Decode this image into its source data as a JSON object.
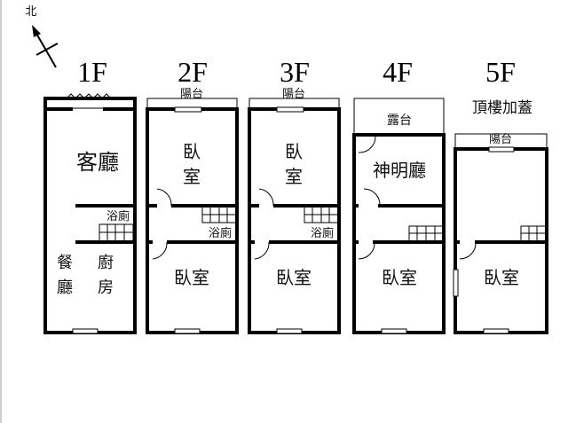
{
  "compass": {
    "north_label": "北"
  },
  "floors": [
    {
      "label": "1F",
      "rooms": {
        "living": "客廳",
        "bath": "浴廁",
        "dining_1": "餐",
        "dining_2": "廳",
        "kitchen_1": "廚",
        "kitchen_2": "房"
      }
    },
    {
      "label": "2F",
      "balcony": "陽台",
      "rooms": {
        "bed_top_1": "臥",
        "bed_top_2": "室",
        "bath": "浴廁",
        "bed_bottom": "臥室"
      }
    },
    {
      "label": "3F",
      "balcony": "陽台",
      "rooms": {
        "bed_top_1": "臥",
        "bed_top_2": "室",
        "bath": "浴廁",
        "bed_bottom": "臥室"
      }
    },
    {
      "label": "4F",
      "balcony": "露台",
      "rooms": {
        "shrine": "神明廳",
        "bed_bottom": "臥室"
      }
    },
    {
      "label": "5F",
      "note": "頂樓加蓋",
      "balcony": "陽台",
      "rooms": {
        "bed_bottom": "臥室"
      }
    }
  ]
}
